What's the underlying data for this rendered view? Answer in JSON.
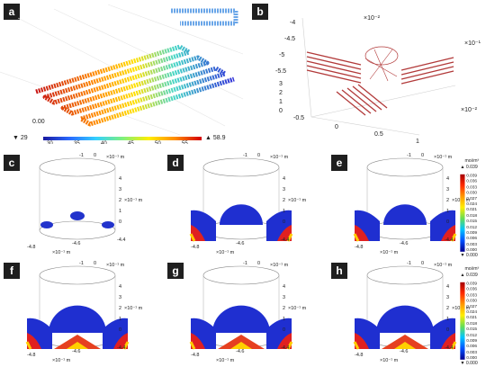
{
  "panel_labels": [
    "a",
    "b",
    "c",
    "d",
    "e",
    "f",
    "g",
    "h"
  ],
  "panel_a": {
    "origin_label": "0.00",
    "colorbar_min": "▼ 29",
    "colorbar_max": "▲ 58.9",
    "colorbar_ticks": [
      "30",
      "35",
      "40",
      "45",
      "50",
      "55"
    ]
  },
  "panel_b": {
    "z_ticks": [
      "-4",
      "-4.5",
      "-5",
      "-5.5",
      "3",
      "2",
      "1",
      "0"
    ],
    "y_ticks": [
      "-0.5",
      "0",
      "0.5",
      "1"
    ],
    "exp_top": "×10⁻²",
    "exp_right1": "×10⁻¹",
    "exp_right2": "×10⁻²"
  },
  "small_panel_ticks": {
    "z_label": "×10⁻¹ m",
    "top_ticks": [
      "-1",
      "0",
      "×10⁻¹ m"
    ],
    "z_vals": [
      "4",
      "3",
      "2",
      "1",
      "0"
    ],
    "x_ticks": [
      "-4.8",
      "-4.6",
      "-4.4"
    ],
    "x_exp": "×10⁻¹ m"
  },
  "colorbar_e": {
    "unit": "mol/m³",
    "max": "▲ 0.039",
    "min": "▼ 0.000",
    "ticks": [
      "0.039",
      "0.036",
      "0.033",
      "0.030",
      "0.027",
      "0.024",
      "0.021",
      "0.018",
      "0.015",
      "0.012",
      "0.009",
      "0.006",
      "0.003",
      "0.000"
    ]
  },
  "colorbar_h": {
    "unit": "mol/m³",
    "max": "▲ 0.039",
    "min": "▼ 0.000",
    "ticks": [
      "0.039",
      "0.036",
      "0.033",
      "0.030",
      "0.027",
      "0.024",
      "0.021",
      "0.018",
      "0.015",
      "0.012",
      "0.009",
      "0.006",
      "0.003",
      "0.000"
    ]
  }
}
